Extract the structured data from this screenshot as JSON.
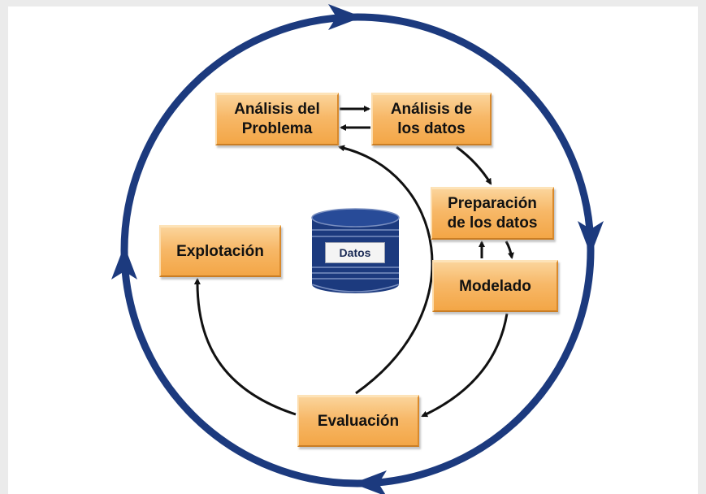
{
  "boxes": {
    "analisis_problema": "Análisis del\nProblema",
    "analisis_datos": "Análisis de\nlos datos",
    "preparacion": "Preparación\nde los datos",
    "modelado": "Modelado",
    "explotacion": "Explotación",
    "evaluacion": "Evaluación"
  },
  "database": {
    "label": "Datos"
  },
  "colors": {
    "cycle_ring": "#1c3a7e",
    "arrows": "#111111",
    "box_fill": "#f7b868",
    "database": "#1c3a7e"
  }
}
